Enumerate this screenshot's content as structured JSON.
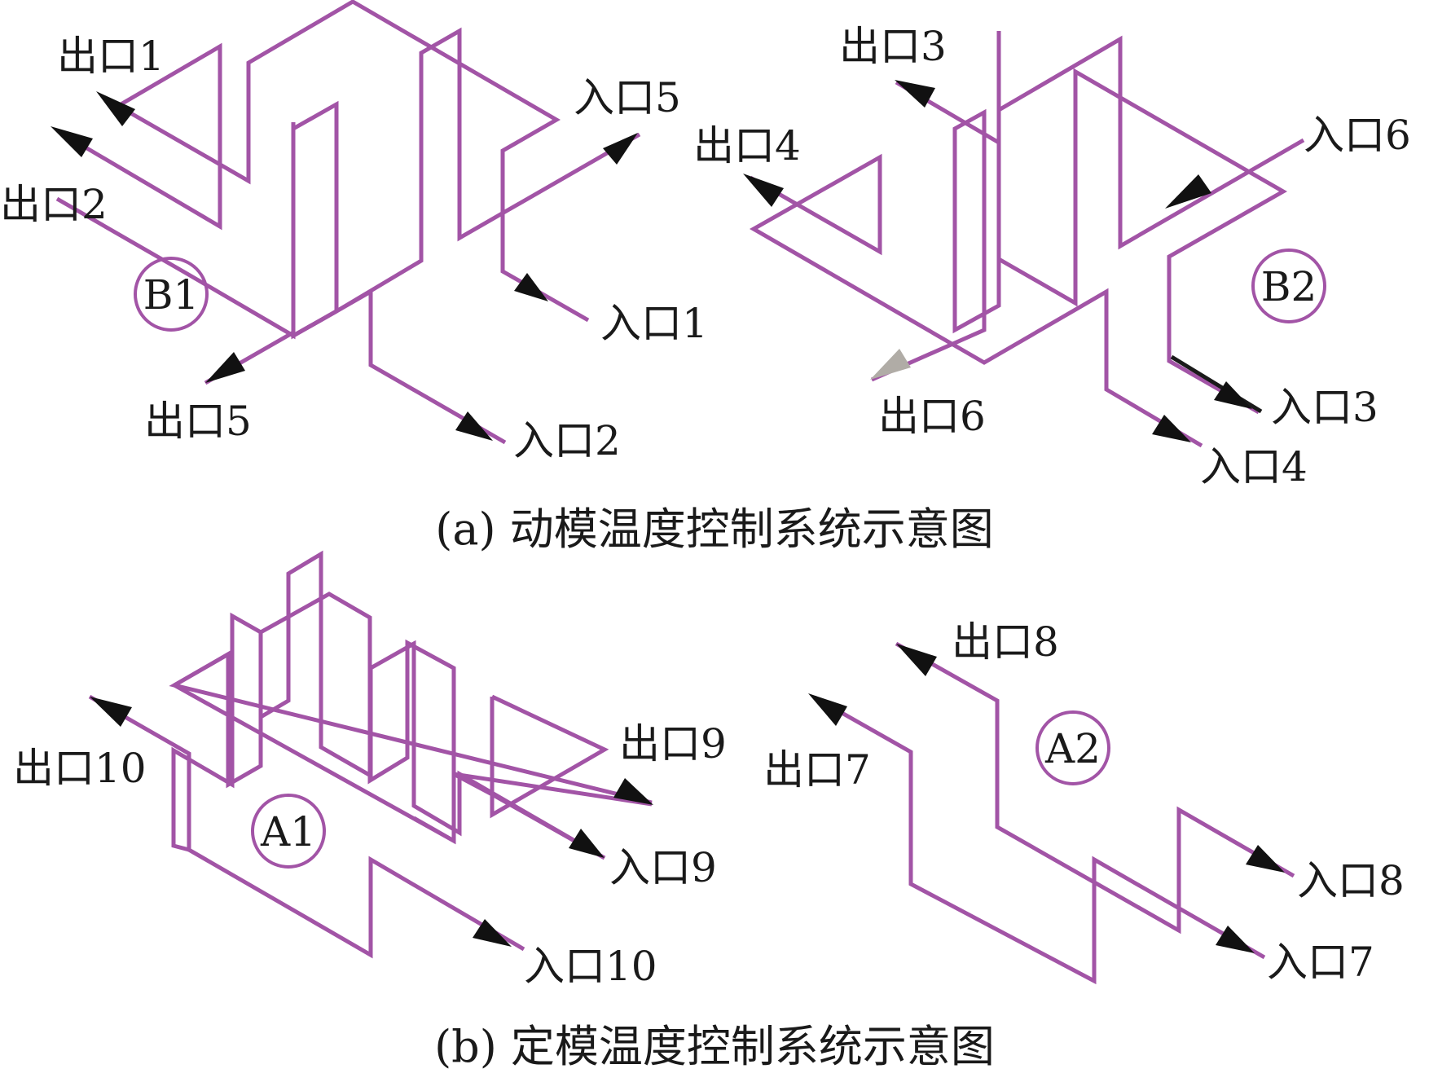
{
  "colors": {
    "pipe": "#a254a6",
    "arrow": "#111111",
    "arrow_light": "#b0aca6",
    "text": "#1a1a1a"
  },
  "modules": {
    "B1": "B1",
    "B2": "B2",
    "A1": "A1",
    "A2": "A2"
  },
  "labels": {
    "outlet_1": "出口1",
    "outlet_2": "出口2",
    "outlet_3": "出口3",
    "outlet_4": "出口4",
    "outlet_5": "出口5",
    "outlet_6": "出口6",
    "outlet_7": "出口7",
    "outlet_8": "出口8",
    "outlet_9": "出口9",
    "outlet_10": "出口10",
    "inlet_1": "入口1",
    "inlet_2": "入口2",
    "inlet_3": "入口3",
    "inlet_4": "入口4",
    "inlet_5": "入口5",
    "inlet_6": "入口6",
    "inlet_7": "入口7",
    "inlet_8": "入口8",
    "inlet_9": "入口9",
    "inlet_10": "入口10"
  },
  "captions": {
    "a": "(a) 动模温度控制系统示意图",
    "b": "(b) 定模温度控制系统示意图"
  }
}
